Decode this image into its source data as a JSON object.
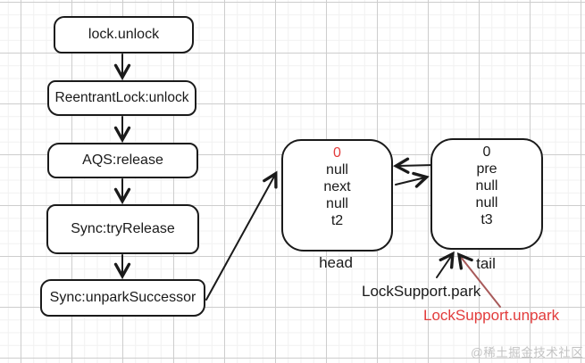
{
  "flow": {
    "boxes": [
      {
        "label": "lock.unlock"
      },
      {
        "label": "ReentrantLock:unlock"
      },
      {
        "label": "AQS:release"
      },
      {
        "label": "Sync:tryRelease"
      },
      {
        "label": "Sync:unparkSuccessor"
      }
    ]
  },
  "nodes": {
    "head": {
      "fields": [
        "0",
        "null",
        "next",
        "null",
        "t2"
      ],
      "label": "head",
      "first_field_color": "#e23b3b"
    },
    "tail": {
      "fields": [
        "0",
        "pre",
        "null",
        "null",
        "t3"
      ],
      "label": "tail"
    }
  },
  "annotations": {
    "park": {
      "label": "LockSupport.park",
      "color": "#1a1a1a"
    },
    "unpark": {
      "label": "LockSupport.unpark",
      "color": "#e23b3b",
      "arrow_color": "#a85a5a"
    }
  },
  "watermark": {
    "text": "@稀土掘金技术社区",
    "color": "#c3c3c3"
  },
  "colors": {
    "ink": "#1a1a1a",
    "grid_major": "#cdcdcd",
    "grid_minor": "#f1f1f1",
    "accent_red": "#e23b3b",
    "arrow_red": "#a85a5a"
  }
}
